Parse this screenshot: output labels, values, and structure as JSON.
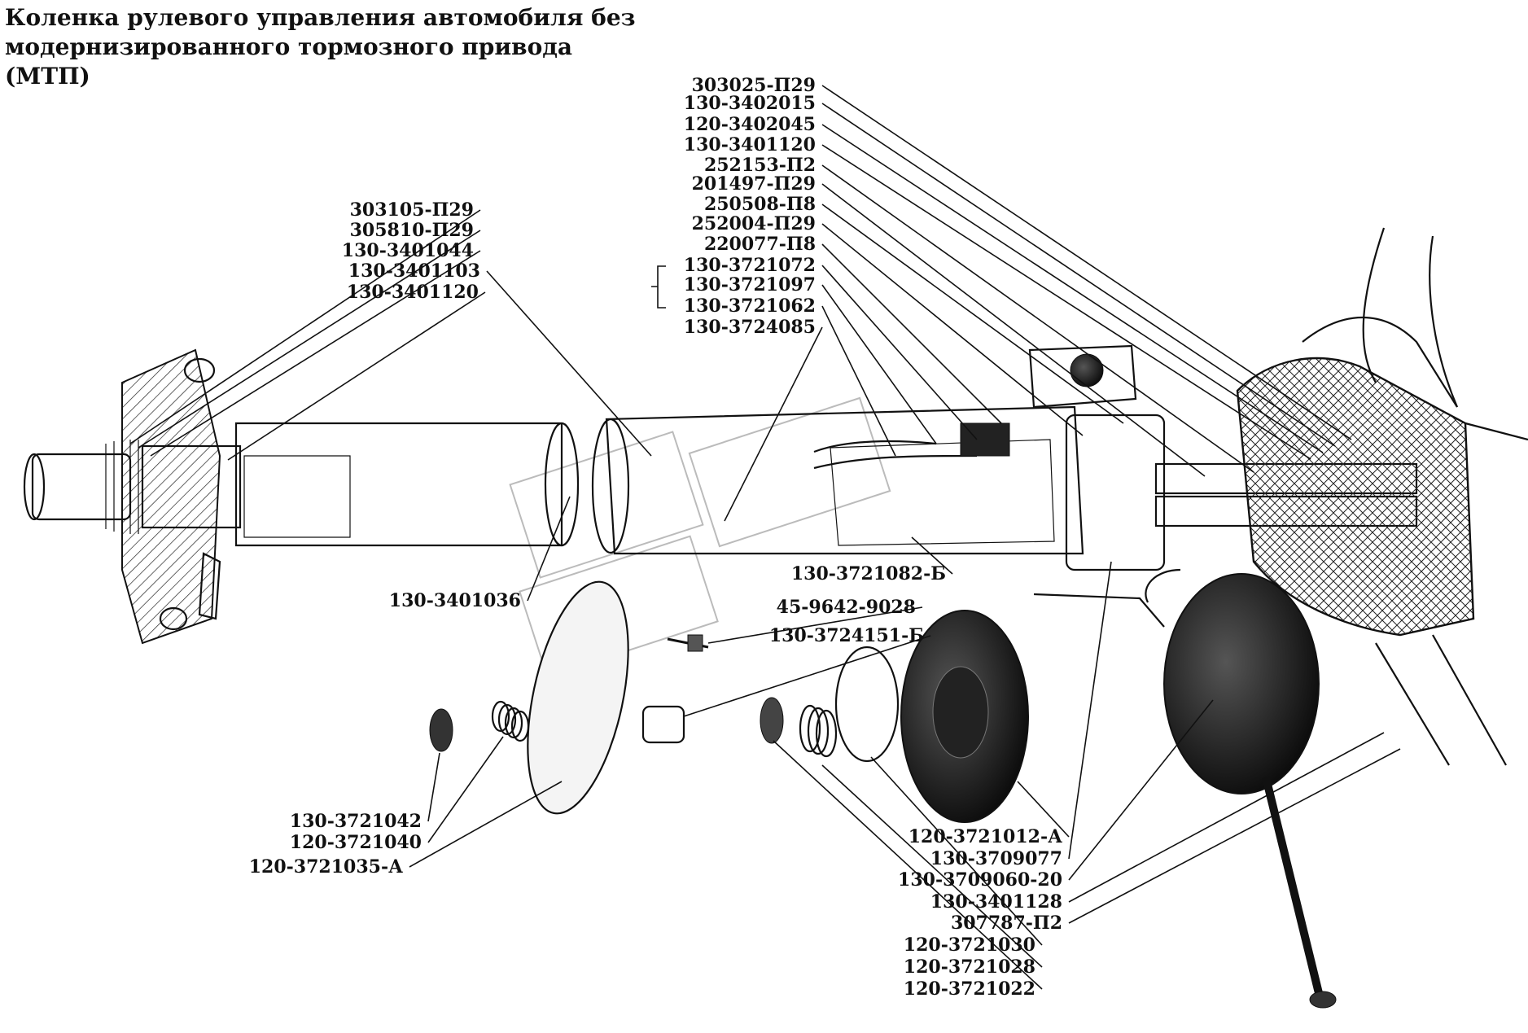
{
  "title": {
    "line1": "Коленка рулевого управления автомобиля без",
    "line2": "модернизированного тормозного привода",
    "line3": "(МТП)"
  },
  "labels": [
    "303025-П29",
    "130-3402015",
    "120-3402045",
    "130-3401120",
    "252153-П2",
    "201497-П29",
    "250508-П8",
    "252004-П29",
    "220077-П8",
    "130-3721072",
    "130-3721097",
    "130-3721062",
    "130-3724085",
    "303105-П29",
    "305810-П29",
    "130-3401044",
    "130-3401103",
    "130-3401120",
    "130-3401036",
    "130-3721082-Б",
    "45-9642-9028",
    "130-3724151-Б",
    "130-3721042",
    "120-3721040",
    "120-3721035-А",
    "120-3721012-А",
    "130-3709077",
    "130-3709060-20",
    "130-3401128",
    "307787-П2",
    "120-3721030",
    "120-3721028",
    "120-3721022"
  ]
}
